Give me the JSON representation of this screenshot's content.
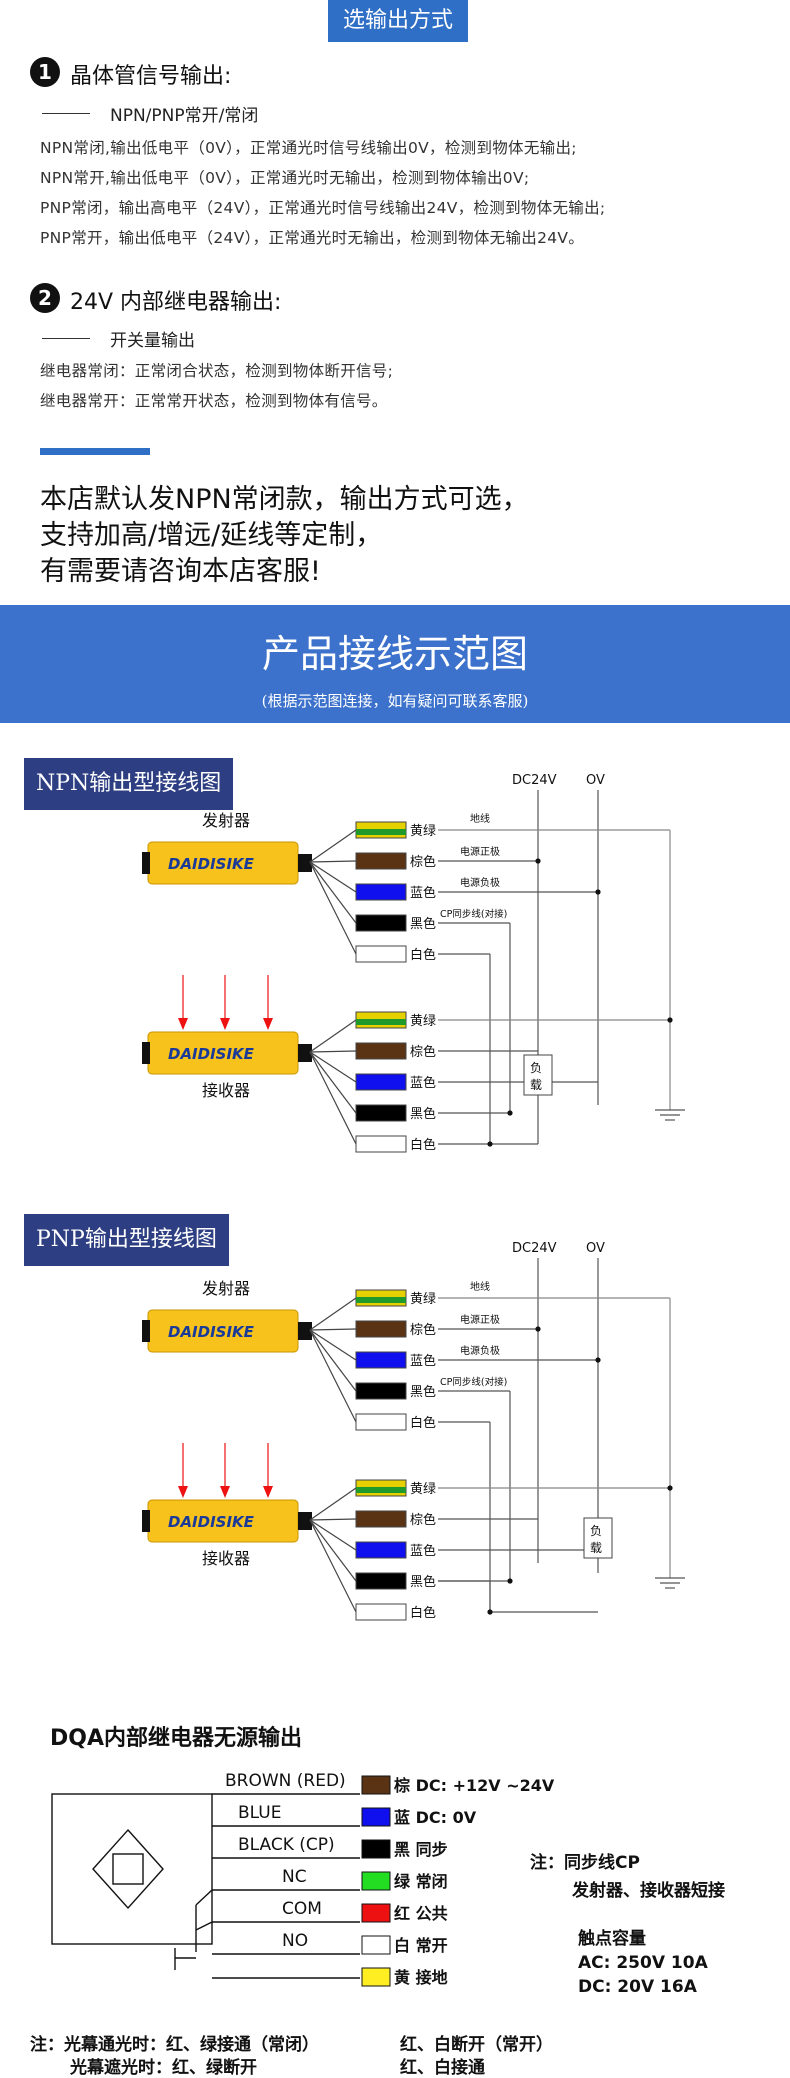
{
  "header": {
    "tag": "选输出方式"
  },
  "section1": {
    "num": "1",
    "title": "晶体管信号输出:",
    "subtitle": "NPN/PNP常开/常闭",
    "lines": [
      "NPN常闭,输出低电平（0V），正常通光时信号线输出0V，检测到物体无输出;",
      "NPN常开,输出低电平（0V），正常通光时无输出，检测到物体输出0V;",
      "PNP常闭，输出高电平（24V），正常通光时信号线输出24V，检测到物体无输出;",
      "PNP常开，输出低电平（24V），正常通光时无输出，检测到物体无输出24V。"
    ]
  },
  "section2": {
    "num": "2",
    "title": "24V 内部继电器输出:",
    "subtitle": "开关量输出",
    "lines": [
      "继电器常闭：正常闭合状态，检测到物体断开信号;",
      "继电器常开：正常常开状态，检测到物体有信号。"
    ]
  },
  "notice": {
    "lines": [
      "本店默认发NPN常闭款，输出方式可选，",
      "支持加高/增远/延线等定制，",
      "有需要请咨询本店客服!"
    ]
  },
  "banner": {
    "title": "产品接线示范图",
    "subtitle": "(根据示范图连接，如有疑问可联系客服)"
  },
  "wiring_common": {
    "dc": "DC24V",
    "ov": "OV",
    "emitter": "发射器",
    "receiver": "接收器",
    "brand": "DAIDISIKE",
    "wire_names": [
      "黄绿",
      "棕色",
      "蓝色",
      "黑色",
      "白色"
    ],
    "wire_colors": [
      "#e5d000",
      "#5a3314",
      "#1010ee",
      "#000000",
      "#ffffff"
    ],
    "line_labels": [
      "地线",
      "电源正极",
      "电源负极",
      "CP同步线(对接)"
    ],
    "load": "负载"
  },
  "npn": {
    "title": "NPN输出型接线图"
  },
  "pnp": {
    "title": "PNP输出型接线图"
  },
  "dqa": {
    "title": "DQA内部继电器无源输出",
    "lines": [
      "BROWN (RED)",
      "BLUE",
      "BLACK (CP)",
      "NC",
      "COM",
      "NO"
    ],
    "wires": [
      {
        "color": "#5a3314",
        "label": "棕 DC: +12V ~24V"
      },
      {
        "color": "#1010ee",
        "label": "蓝 DC:  0V"
      },
      {
        "color": "#000000",
        "label": "黑 同步"
      },
      {
        "color": "#22dd22",
        "label": "绿 常闭"
      },
      {
        "color": "#ee1111",
        "label": "红 公共"
      },
      {
        "color": "#ffffff",
        "label": "白 常开"
      },
      {
        "color": "#ffee22",
        "label": "黄 接地"
      }
    ],
    "note_title": "注：同步线CP",
    "note_body": "发射器、接收器短接",
    "capacity_title": "触点容量",
    "capacity_ac": "AC:  250V    10A",
    "capacity_dc": "DC:  20V      16A",
    "footer1_a": "注：光幕通光时：红、绿接通（常闭）",
    "footer1_b": "红、白断开（常开）",
    "footer2_a": "光幕遮光时：红、绿断开",
    "footer2_b": "红、白接通"
  }
}
